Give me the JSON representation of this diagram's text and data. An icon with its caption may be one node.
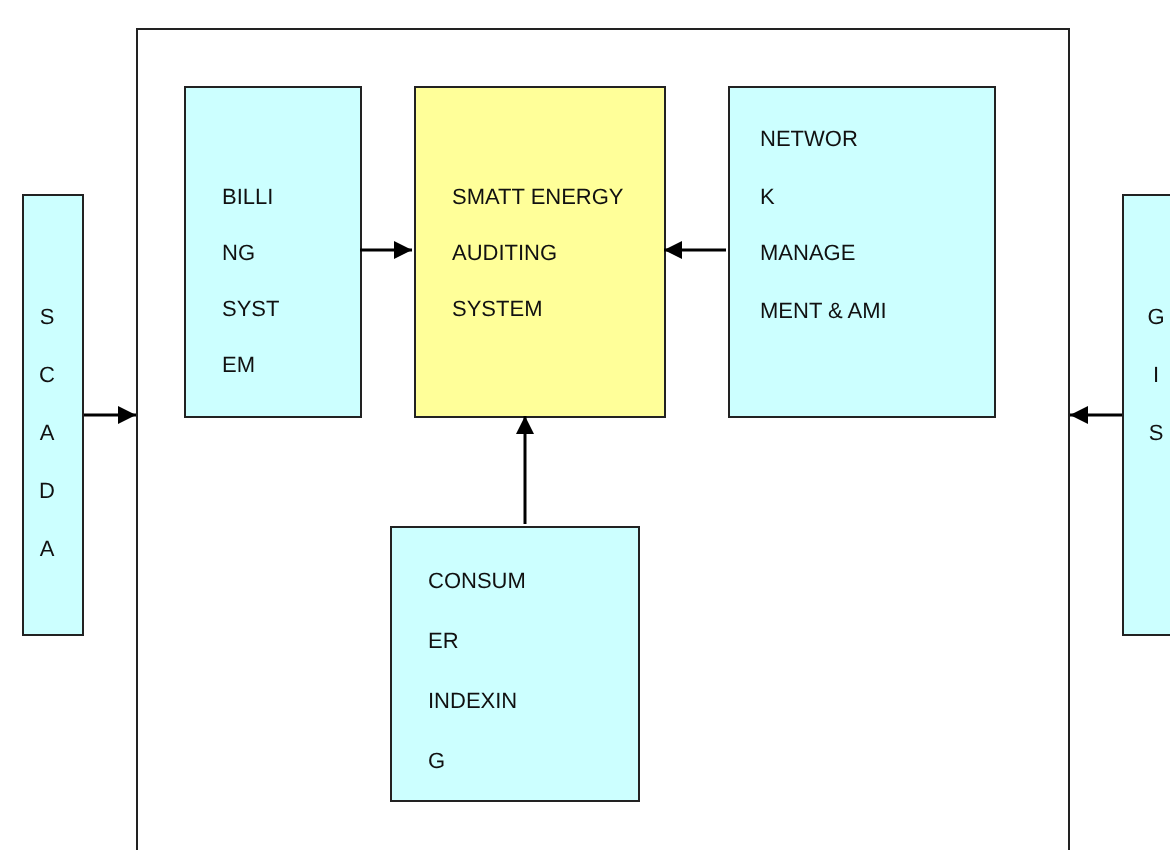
{
  "diagram": {
    "nodes": [
      {
        "text": [],
        "shape": "box"
      },
      {
        "text": [
          "BILLI NG SYST EM"
        ],
        "in": 0
      },
      {
        "text": [
          "SMATT ENERGY AUDITING SYSTEM"
        ],
        "in": 0
      },
      {
        "text": [
          "NETWOR K MANAGE MENT & AMI"
        ],
        "in": 0
      },
      {
        "text": [
          "CONSUM ER INDEXIN G"
        ],
        "in": 0
      },
      {
        "text": [
          "SCADA"
        ]
      },
      {
        "text": [
          "GIS"
        ]
      }
    ],
    "edges": [
      {
        "from": 1,
        "to": 2,
        "arrow": "to"
      },
      {
        "from": 3,
        "to": 2,
        "arrow": "to"
      },
      {
        "from": 4,
        "to": 2,
        "arrow": "to"
      },
      {
        "from": 5,
        "to": 0,
        "arrow": "to"
      },
      {
        "from": 6,
        "to": 0,
        "arrow": "to"
      }
    ]
  }
}
